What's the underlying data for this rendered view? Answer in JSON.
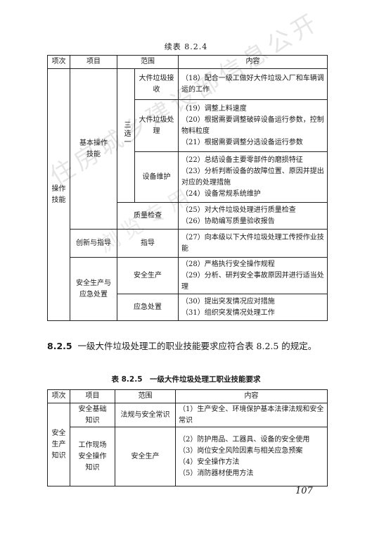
{
  "caption_top": "续表 8.2.4",
  "table1": {
    "headers": [
      "项次",
      "项目",
      "范围",
      "内容"
    ],
    "row_group": "操作技能",
    "basic_skills": "基本操作技能",
    "choose": "三选一",
    "r1_range": "大件垃圾接收",
    "r1_content": "（18）配合一级工做好大件垃圾入厂和车辆调运的工作",
    "r2_range": "大件垃圾处理",
    "r2_content": [
      "（19）调整上料速度",
      "（20）根据需要调整破碎设备运行参数，控制物料粒度",
      "（21）根据需要调整分选设备运行参数"
    ],
    "r3_range": "设备维护",
    "r3_content": [
      "（22）总结设备主要零部件的磨损特征",
      "（23）分析判断设备的故障位置、原因并提出对应的处理措施",
      "（24）设备常规系统维护"
    ],
    "r4_range": "质量检查",
    "r4_content": [
      "（25）对大件垃圾处理进行质量检查",
      "（26）协助编写质量验收报告"
    ],
    "innov": "创新与指导",
    "r5_range": "指导",
    "r5_content": "（27）向本级以下大件垃圾处理工传授作业技能",
    "safety": "安全生产与应急处置",
    "r6_range": "安全生产",
    "r6_content": [
      "（28）严格执行安全操作规程",
      "（29）分析、研判安全事故原因并进行适当处理"
    ],
    "r7_range": "应急处置",
    "r7_content": [
      "（30）提出突发情况应对措施",
      "（31）组织突发情况处理工作"
    ]
  },
  "paragraph": {
    "num": "8.2.5",
    "text": "一级大件垃圾处理工的职业技能要求应符合表 8.2.5 的规定。"
  },
  "caption2": "表 8.2.5　一级大件垃圾处理工职业技能要求",
  "table2": {
    "headers": [
      "项次",
      "项目",
      "范围",
      "内容"
    ],
    "group": "安全生产知识",
    "a_item": "安全基础知识",
    "a_range": "法规与安全常识",
    "a_content": "（1）生产安全、环境保护基本法律法规和安全常识",
    "b_item": "工作现场安全操作知识",
    "b_range": "安全生产",
    "b_content": [
      "（2）防护用品、工器具、设备的安全使用",
      "（3）岗位安全风险因素与相关应急预案",
      "（4）安全操作方法",
      "（5）消防器材使用方法"
    ]
  },
  "page_number": "107",
  "watermark": [
    "住房城乡建设部信息公开",
    "浏览专用"
  ]
}
